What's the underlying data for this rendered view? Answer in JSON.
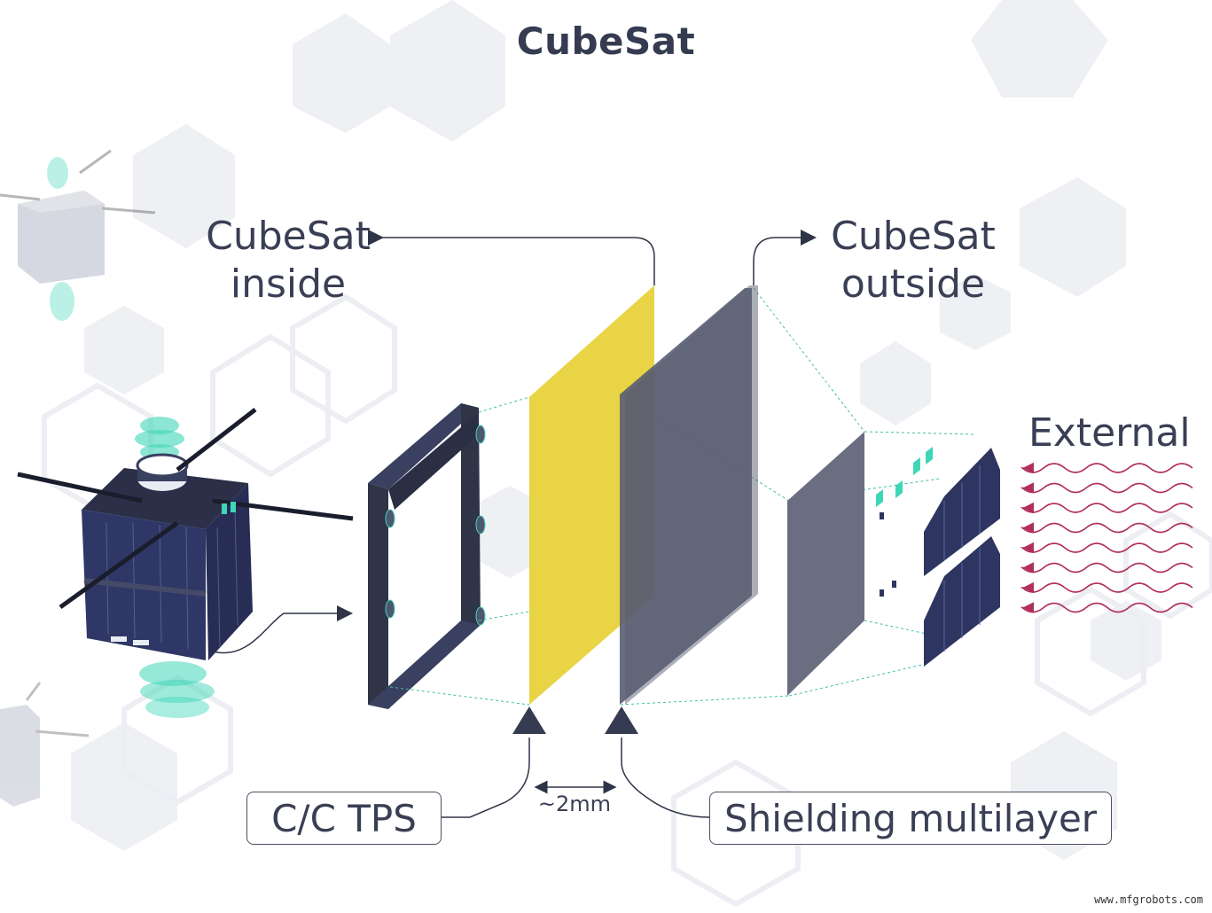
{
  "title": "CubeSat",
  "labels": {
    "inside_line1": "CubeSat",
    "inside_line2": "inside",
    "outside_line1": "CubeSat",
    "outside_line2": "outside",
    "external": "External",
    "cc_tps": "C/C TPS",
    "gap": "~2mm",
    "shielding": "Shielding multilayer"
  },
  "watermark": "www.mfgrobots.com",
  "colors": {
    "text": "#3a3f55",
    "tps_layer": "#e8d444",
    "shield_layer": "#5a5e72",
    "accent_teal": "#3fd6b8",
    "radiation": "#b0305a",
    "panel": "#2d3560",
    "background_hex": "#eef0f4"
  }
}
